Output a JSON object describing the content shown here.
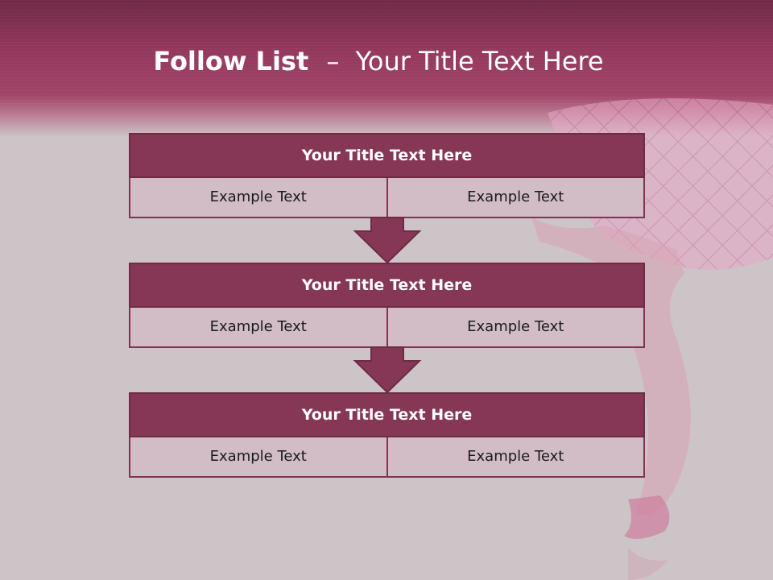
{
  "slide": {
    "title_bold": "Follow List",
    "title_dash": "–",
    "title_rest": "Your Title Text Here"
  },
  "blocks": [
    {
      "title": "Your Title Text Here",
      "cells": [
        "Example Text",
        "Example Text"
      ]
    },
    {
      "title": "Your Title Text Here",
      "cells": [
        "Example Text",
        "Example Text"
      ]
    },
    {
      "title": "Your Title Text Here",
      "cells": [
        "Example Text",
        "Example Text"
      ]
    }
  ],
  "colors": {
    "header": "#93375d",
    "block_title": "#863755",
    "block_cell": "#d2bcc5",
    "background": "#cdc4c8"
  }
}
